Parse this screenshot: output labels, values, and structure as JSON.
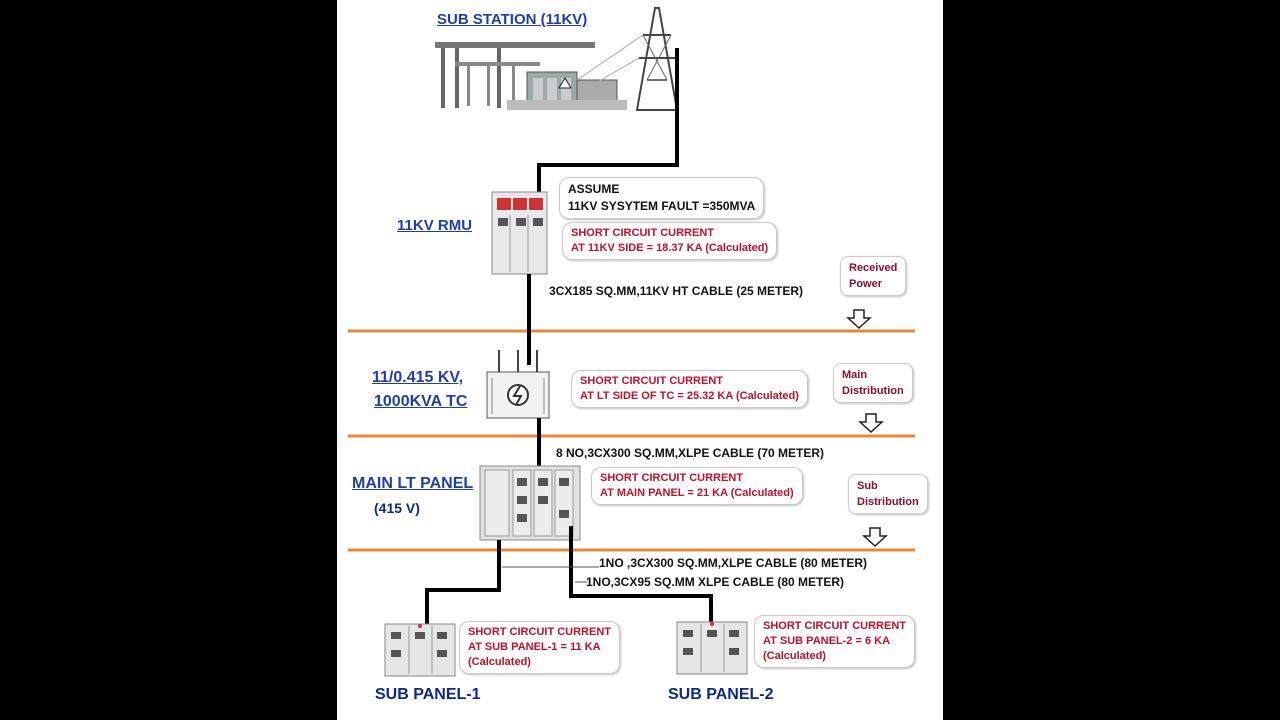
{
  "substation": {
    "title": "SUB STATION (11KV)"
  },
  "rmu": {
    "title": "11KV RMU",
    "assume_line1": "ASSUME",
    "assume_line2": "11KV SYSYTEM FAULT =350MVA",
    "sc_line1": "SHORT CIRCUIT CURRENT",
    "sc_line2": "AT 11KV SIDE = 18.37 KA (Calculated)"
  },
  "ht_cable": {
    "label": "3CX185 SQ.MM,11KV HT CABLE (25 METER)"
  },
  "transformer": {
    "title_line1": "11/0.415 KV,",
    "title_line2": "1000KVA TC",
    "sc_line1": "SHORT CIRCUIT CURRENT",
    "sc_line2": "AT LT SIDE OF TC = 25.32 KA (Calculated)"
  },
  "lt_cable": {
    "label": "8 NO,3CX300 SQ.MM,XLPE CABLE (70 METER)"
  },
  "main_panel": {
    "title": "MAIN LT PANEL",
    "voltage": "(415 V)",
    "sc_line1": "SHORT CIRCUIT CURRENT",
    "sc_line2": "AT MAIN PANEL = 21 KA (Calculated)"
  },
  "feeder_cables": {
    "cable1": "1NO ,3CX300 SQ.MM,XLPE CABLE (80 METER)",
    "cable2": "1NO,3CX95 SQ.MM XLPE CABLE (80 METER)"
  },
  "sub_panel_1": {
    "title": "SUB PANEL-1",
    "sc_line1": "SHORT CIRCUIT CURRENT",
    "sc_line2": "AT SUB PANEL-1 = 11 KA",
    "sc_line3": "(Calculated)"
  },
  "sub_panel_2": {
    "title": "SUB PANEL-2",
    "sc_line1": "SHORT CIRCUIT CURRENT",
    "sc_line2": "AT SUB PANEL-2 = 6 KA",
    "sc_line3": "(Calculated)"
  },
  "tags": {
    "received": [
      "Received",
      "Power"
    ],
    "main_dist": [
      "Main",
      "Distribution"
    ],
    "sub_dist": [
      "Sub",
      "Distribution"
    ]
  },
  "colors": {
    "section_line": "#e8893a",
    "title_blue": "#1f3ea8",
    "callout_red": "#c0102a"
  }
}
